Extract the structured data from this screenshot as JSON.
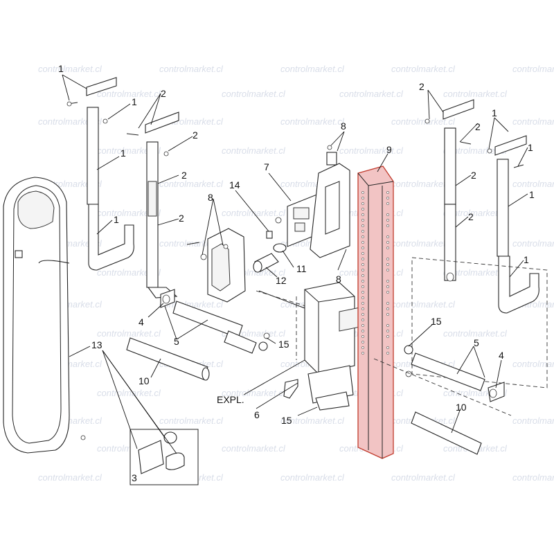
{
  "watermark": "controlmarket.cl",
  "highlight_color": "#f2c4c4",
  "highlight_stroke": "#c0392b",
  "callouts": {
    "c1": "1",
    "c2": "2",
    "c3": "3",
    "c4": "4",
    "c5": "5",
    "c6": "6",
    "c7": "7",
    "c8": "8",
    "c9": "9",
    "c10": "10",
    "c11": "11",
    "c12": "12",
    "c13": "13",
    "c14": "14",
    "c15": "15"
  },
  "expl_label": "EXPL."
}
